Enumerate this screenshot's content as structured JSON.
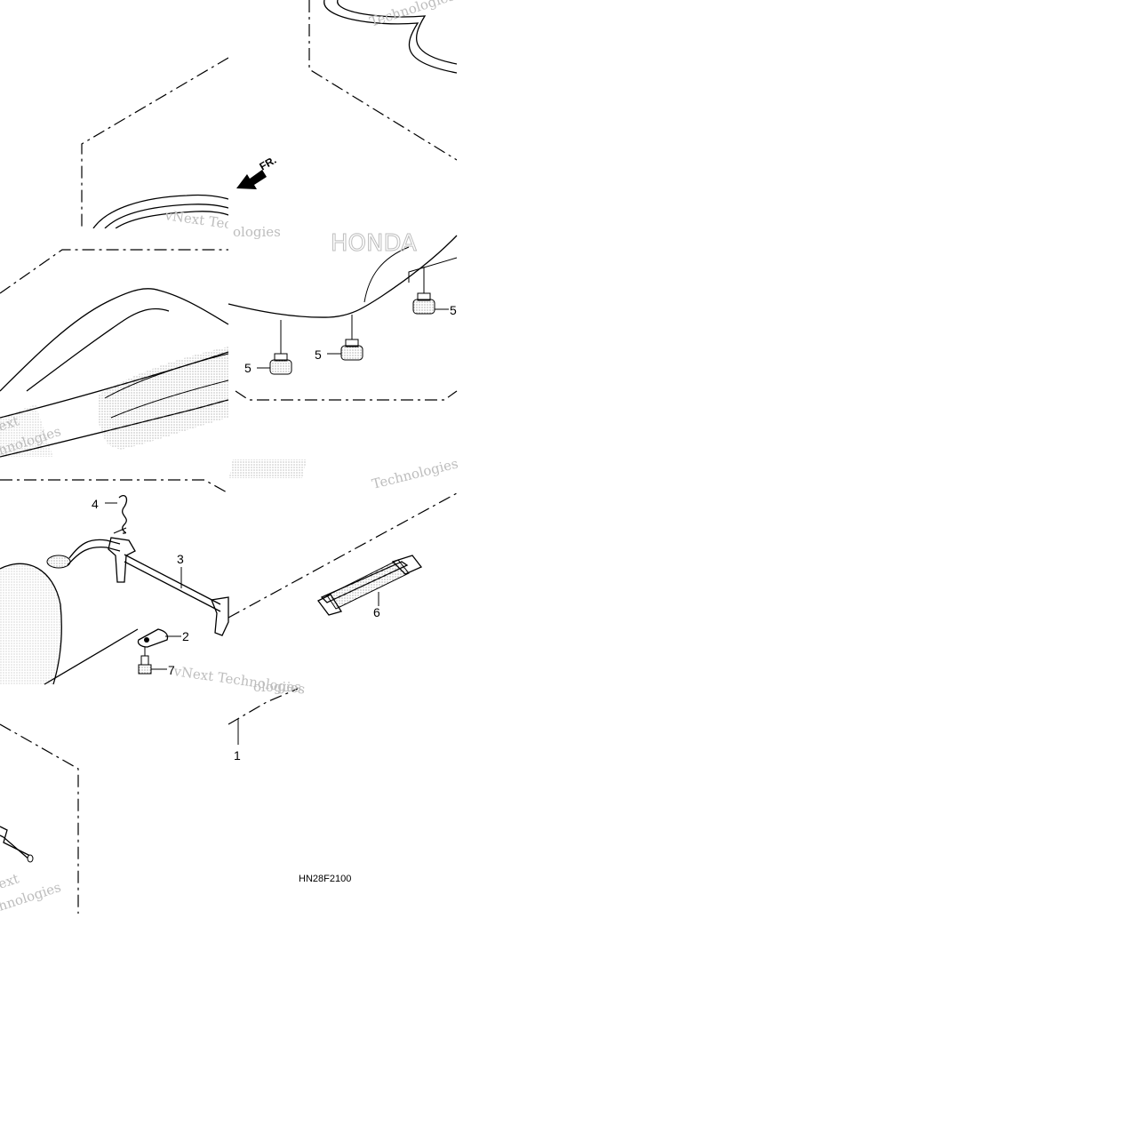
{
  "diagram": {
    "drawing_code": "HN28F2100",
    "front_marker": "FR.",
    "brand_mark": "HONDA",
    "watermark_lines": [
      "vNext Technologies",
      "Technologies",
      "ext",
      "hnologies",
      "ologies"
    ],
    "callouts": [
      {
        "id": "1",
        "label": "1"
      },
      {
        "id": "2",
        "label": "2"
      },
      {
        "id": "3",
        "label": "3"
      },
      {
        "id": "4",
        "label": "4"
      },
      {
        "id": "5a",
        "label": "5"
      },
      {
        "id": "5b",
        "label": "5"
      },
      {
        "id": "5c",
        "label": "5"
      },
      {
        "id": "6",
        "label": "6"
      },
      {
        "id": "7",
        "label": "7"
      }
    ]
  }
}
